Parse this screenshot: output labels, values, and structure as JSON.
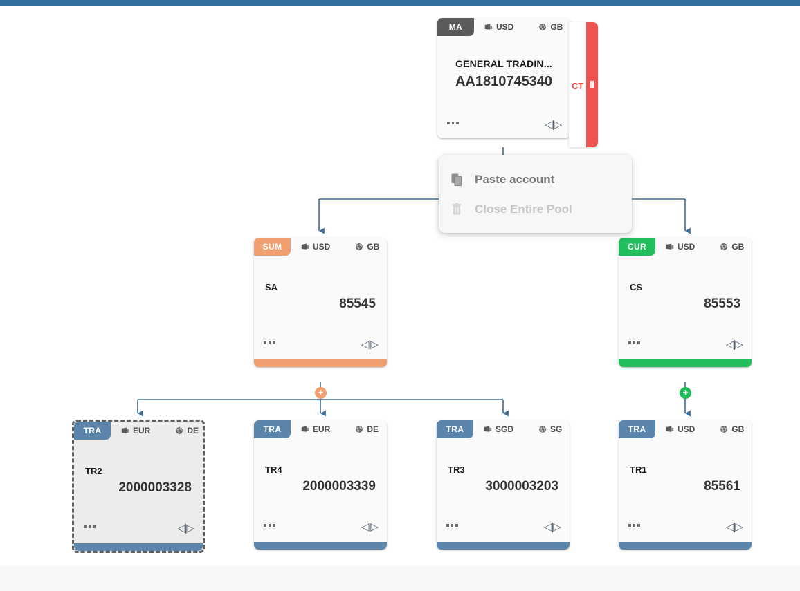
{
  "theme": {
    "app_bar_color": "#336f9e",
    "main_tag_color": "#5b5b5b",
    "sum_color": "#f0a070",
    "cur_color": "#22be5c",
    "tra_color": "#5b85ab",
    "alert_color": "#ef5350",
    "connector_color": "#3f6d96",
    "canvas_color": "#ffffff"
  },
  "main_account": {
    "tag": "MA",
    "currency": "USD",
    "country": "GB",
    "name": "GENERAL TRADIN...",
    "number": "AA1810745340",
    "more_label": "...",
    "expand_label": "◁|▷",
    "status": {
      "code": "CT",
      "icon": "pause-icon"
    }
  },
  "context_menu": {
    "items": [
      {
        "label": "Paste account",
        "icon": "paste-icon",
        "enabled": true
      },
      {
        "label": "Close Entire Pool",
        "icon": "trash-icon",
        "enabled": false
      }
    ]
  },
  "level2": [
    {
      "tag": "SUM",
      "tag_type": "sum",
      "currency": "USD",
      "country": "GB",
      "label": "SA",
      "number": "85545",
      "more_label": "...",
      "expand_label": "◁|▷",
      "has_plus": true,
      "plus_label": "+"
    },
    {
      "tag": "CUR",
      "tag_type": "cur",
      "currency": "USD",
      "country": "GB",
      "label": "CS",
      "number": "85553",
      "more_label": "...",
      "expand_label": "◁|▷",
      "has_plus": true,
      "plus_label": "+"
    }
  ],
  "level3": [
    {
      "tag": "TRA",
      "tag_type": "tra",
      "currency": "EUR",
      "country": "DE",
      "label": "TR2",
      "number": "2000003328",
      "more_label": "...",
      "expand_label": "◁|▷",
      "selected": true
    },
    {
      "tag": "TRA",
      "tag_type": "tra",
      "currency": "EUR",
      "country": "DE",
      "label": "TR4",
      "number": "2000003339",
      "more_label": "...",
      "expand_label": "◁|▷",
      "selected": false
    },
    {
      "tag": "TRA",
      "tag_type": "tra",
      "currency": "SGD",
      "country": "SG",
      "label": "TR3",
      "number": "3000003203",
      "more_label": "...",
      "expand_label": "◁|▷",
      "selected": false
    },
    {
      "tag": "TRA",
      "tag_type": "tra",
      "currency": "USD",
      "country": "GB",
      "label": "TR1",
      "number": "85561",
      "more_label": "...",
      "expand_label": "◁|▷",
      "selected": false
    }
  ]
}
